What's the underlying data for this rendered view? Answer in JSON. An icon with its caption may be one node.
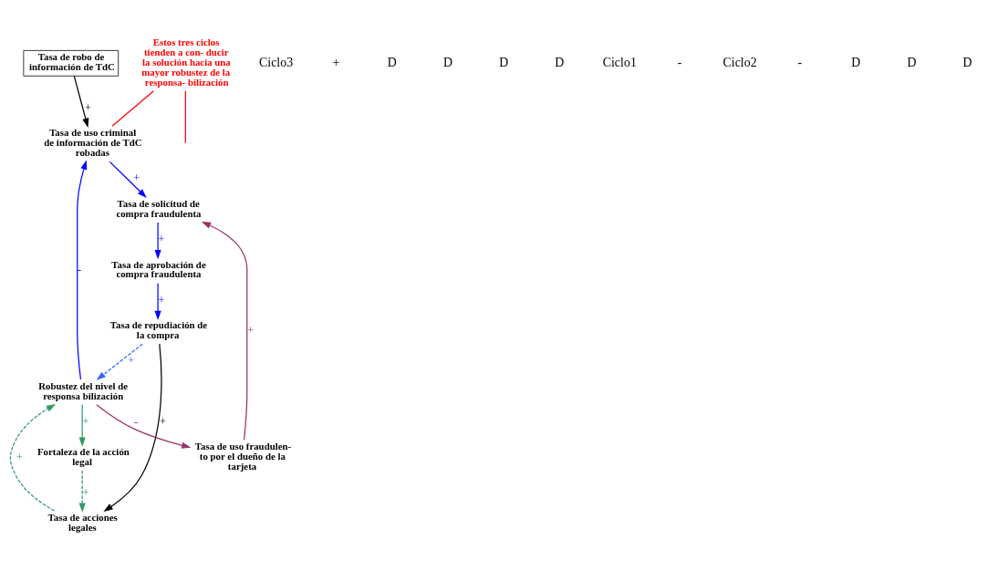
{
  "diagram": {
    "nodes": [
      {
        "text": [
          "Tasa de robo de información de TdC"
        ]
      },
      {
        "text": [
          "Tasa de uso criminal de información de TdC robadas"
        ]
      },
      {
        "text": [
          "Robustez del nivel de responsa bilización"
        ]
      },
      {
        "text": [
          "Fortaleza de la acción legal"
        ]
      },
      {
        "text": [
          "Tasa de acciones legales"
        ]
      },
      {
        "text": [
          "Tasa de repudiación de la compra"
        ]
      },
      {
        "text": [
          "Tasa de uso fraudulen- to por el dueño de la tarjeta"
        ]
      },
      {
        "text": [
          "Tasa de solicitud de compra fraudulenta"
        ]
      },
      {
        "text": [
          "Tasa de aprobación de compra fraudulenta"
        ]
      },
      {
        "text": [
          "Estos tres ciclos tienden a con- ducir la solución hacia una mayor robustez de la responsa- bilización"
        ]
      }
    ],
    "edges": [
      {
        "from": 0,
        "to": 1,
        "arrow": "to",
        "label": "+",
        "color": "#000000"
      },
      {
        "from": 2,
        "to": 1,
        "arrow": "to",
        "label": "-"
      },
      {
        "from": 1,
        "to": 7,
        "arrow": "to",
        "label": "+"
      },
      {
        "from": 2,
        "to": 6,
        "arrow": "to",
        "label": "-",
        "color": "#993366"
      },
      {
        "from": 6,
        "to": 7,
        "arrow": "to",
        "label": "+",
        "color": "#993366"
      },
      {
        "from": 7,
        "to": 8,
        "arrow": "to",
        "label": "+"
      },
      {
        "from": 8,
        "to": 5,
        "arrow": "to",
        "label": "+"
      },
      {
        "from": 5,
        "to": 2,
        "arrow": "to",
        "label": "+",
        "style": "dashed",
        "color": "#3366ff"
      },
      {
        "from": 5,
        "to": 4,
        "arrow": "to",
        "label": "+",
        "color": "#000000"
      },
      {
        "from": 4,
        "to": 2,
        "arrow": "to",
        "label": "+",
        "style": "dashed",
        "color": "#339966"
      },
      {
        "from": 2,
        "to": 3,
        "arrow": "to",
        "label": "+",
        "color": "#339966"
      },
      {
        "from": 3,
        "to": 4,
        "arrow": "to",
        "label": "+",
        "style": "dashed",
        "color": "#339966"
      },
      {
        "from": 9,
        "to": 1,
        "arrow": "none",
        "color": "#ff0000"
      },
      {
        "from": 9,
        "to": null,
        "arrow": "none",
        "color": "#ff0000"
      }
    ],
    "labels": [
      "Ciclo3",
      "+",
      "D",
      "D",
      "D",
      "D",
      "Ciclo1",
      "-",
      "Ciclo2",
      "-",
      "D",
      "D",
      "D"
    ]
  }
}
